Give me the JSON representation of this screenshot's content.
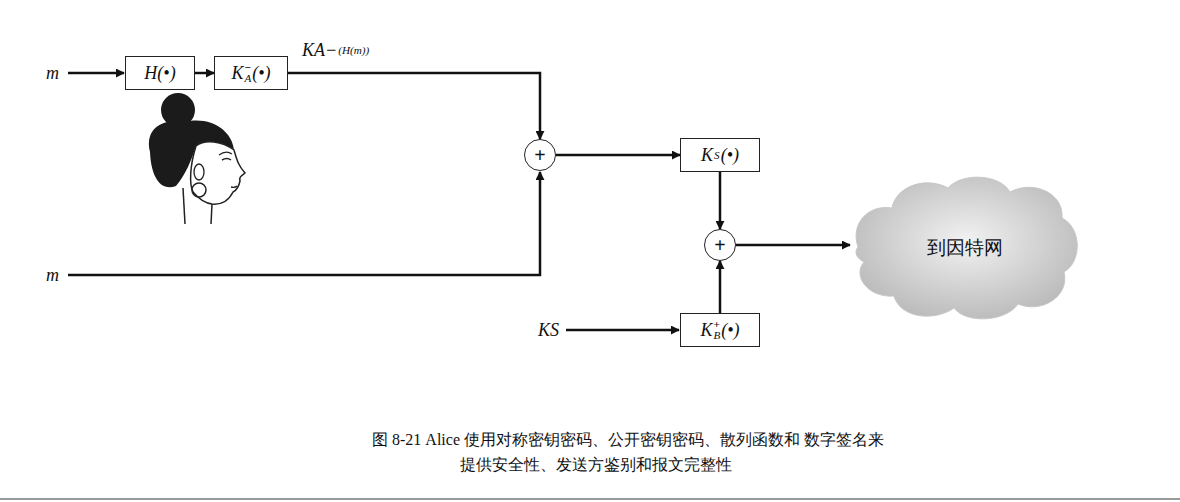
{
  "diagram": {
    "caption": "图 8-21 Alice 使用对称密钥密码、公开密钥密码、散列函数和 数字签名来提供安全性、发送方鉴别和报文完整性",
    "nodes": [
      {
        "text": [
          "H(•)"
        ]
      },
      {
        "text": [
          "K",
          "A",
          "−",
          "(•)"
        ]
      },
      {
        "text": [
          "+"
        ]
      },
      {
        "text": [
          "K",
          "S",
          "(•)"
        ]
      },
      {
        "text": [
          "+"
        ]
      },
      {
        "text": [
          "到因特网"
        ]
      },
      {
        "text": [
          "K",
          "B",
          "+",
          "(•)"
        ]
      }
    ],
    "edges": [
      {
        "from": 0,
        "to": 1,
        "arrow": "to"
      },
      {
        "from": 1,
        "to": 2,
        "arrow": "to"
      },
      {
        "from": 2,
        "to": 3,
        "arrow": "to"
      },
      {
        "from": 3,
        "to": 4,
        "arrow": "to"
      },
      {
        "from": 6,
        "to": 4,
        "arrow": "to"
      },
      {
        "from": 4,
        "to": 5,
        "arrow": "to"
      }
    ],
    "labels": [
      "m",
      "m",
      "K",
      "A",
      "−",
      "(H(m))",
      "K",
      "S"
    ]
  }
}
